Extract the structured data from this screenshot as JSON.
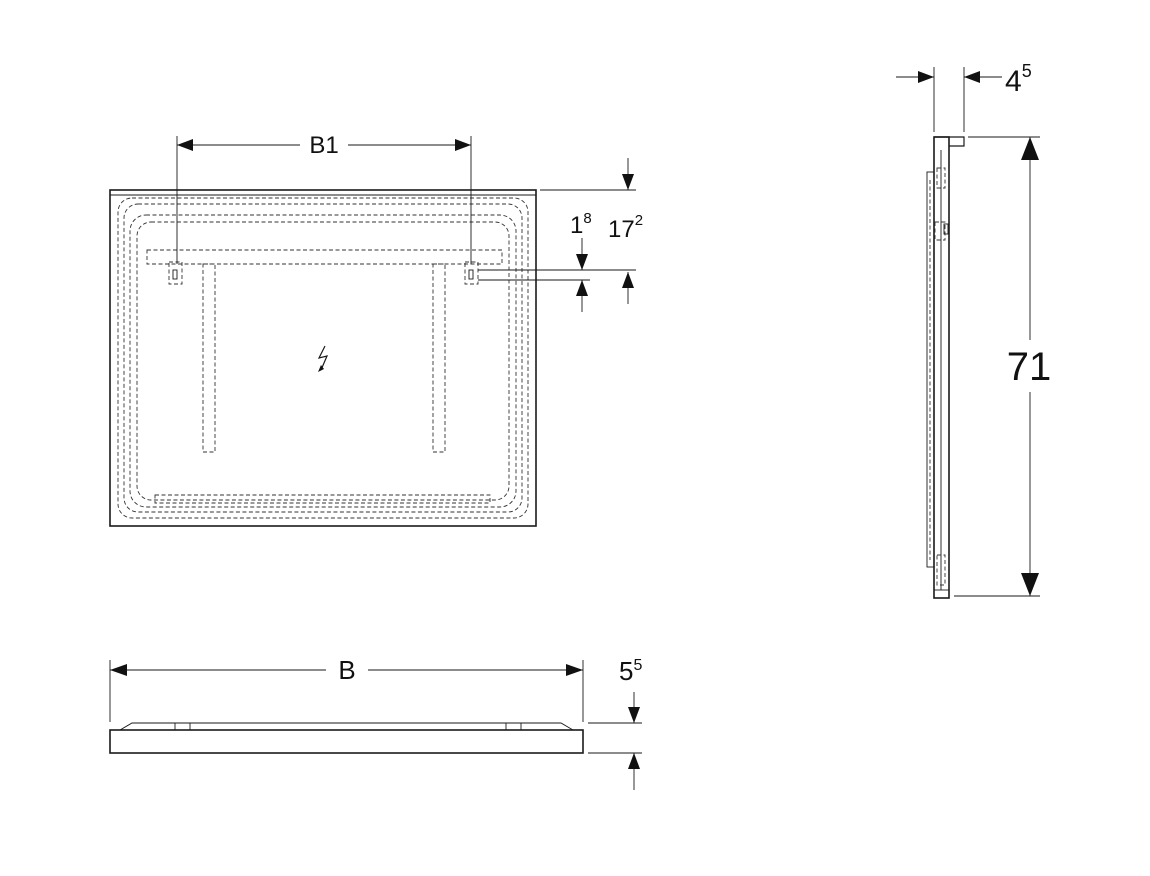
{
  "dimensions": {
    "b1": "B1",
    "b": "B",
    "top_offset_main": "1",
    "top_offset_sup": "8",
    "hole_offset_main": "17",
    "hole_offset_sup": "2",
    "height": "71",
    "depth_top_main": "4",
    "depth_top_sup": "5",
    "depth_bottom_main": "5",
    "depth_bottom_sup": "5"
  },
  "symbols": {
    "electrical": "electrical-connection-icon"
  }
}
